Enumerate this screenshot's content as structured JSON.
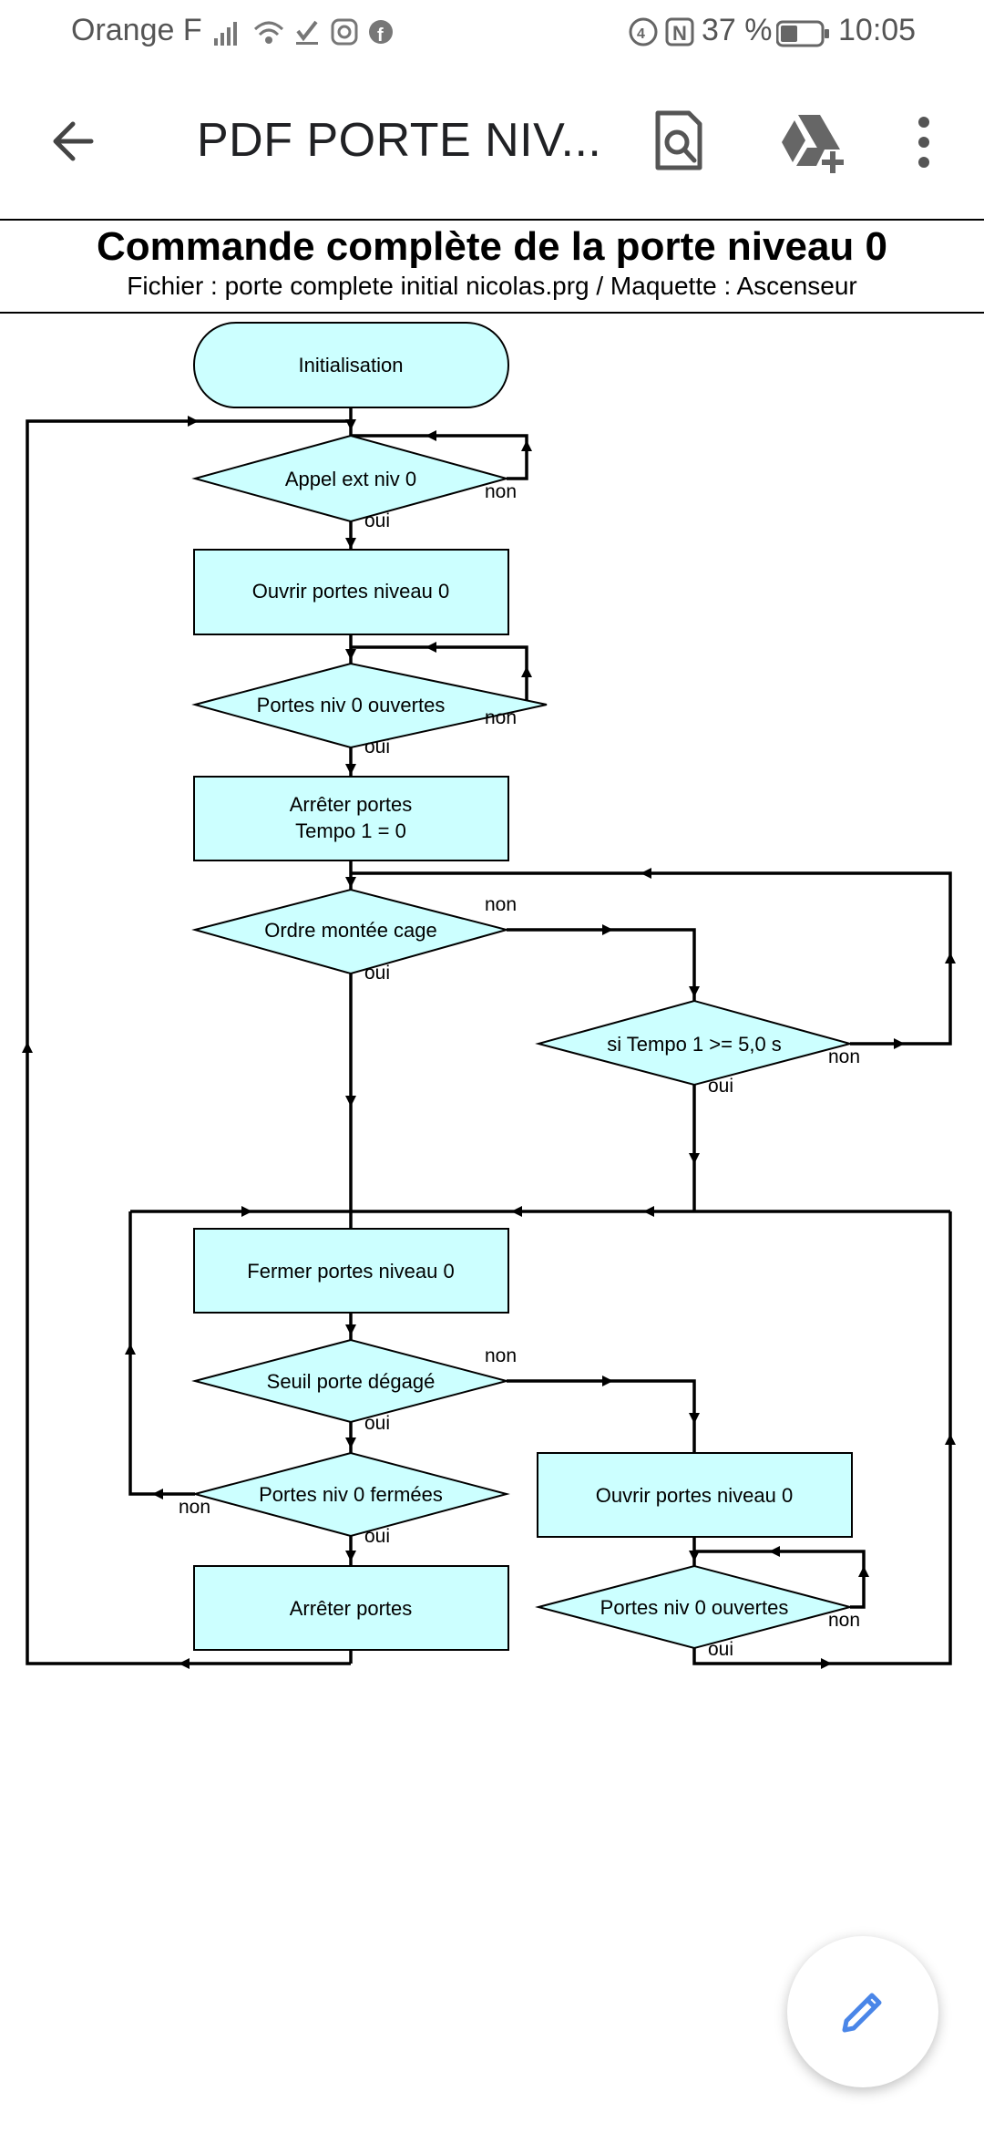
{
  "status_bar": {
    "carrier": "Orange F",
    "battery": "37 %",
    "time": "10:05"
  },
  "app_bar": {
    "title": "PDF PORTE NIV..."
  },
  "document": {
    "title": "Commande complète de la porte niveau 0",
    "subtitle": "Fichier : porte complete initial nicolas.prg / Maquette : Ascenseur"
  },
  "flowchart": {
    "start": "Initialisation",
    "d1": "Appel ext niv 0",
    "b1": "Ouvrir portes niveau 0",
    "d2": "Portes niv 0 ouvertes",
    "b2_line1": "Arrêter portes",
    "b2_line2": "Tempo 1 = 0",
    "d3": "Ordre montée cage",
    "d4": "si Tempo 1 >= 5,0 s",
    "b3": "Fermer portes niveau 0",
    "d5": "Seuil porte dégagé",
    "d6": "Portes niv 0 fermées",
    "b4": "Arrêter portes",
    "b5": "Ouvrir portes niveau 0",
    "d7": "Portes niv 0 ouvertes",
    "yes": "oui",
    "no": "non"
  },
  "colors": {
    "node_fill": "#ccffff",
    "fab_icon": "#4a86e8"
  },
  "icons": [
    "back-arrow-icon",
    "search-document-icon",
    "drive-add-icon",
    "more-vert-icon",
    "edit-pencil-icon"
  ]
}
